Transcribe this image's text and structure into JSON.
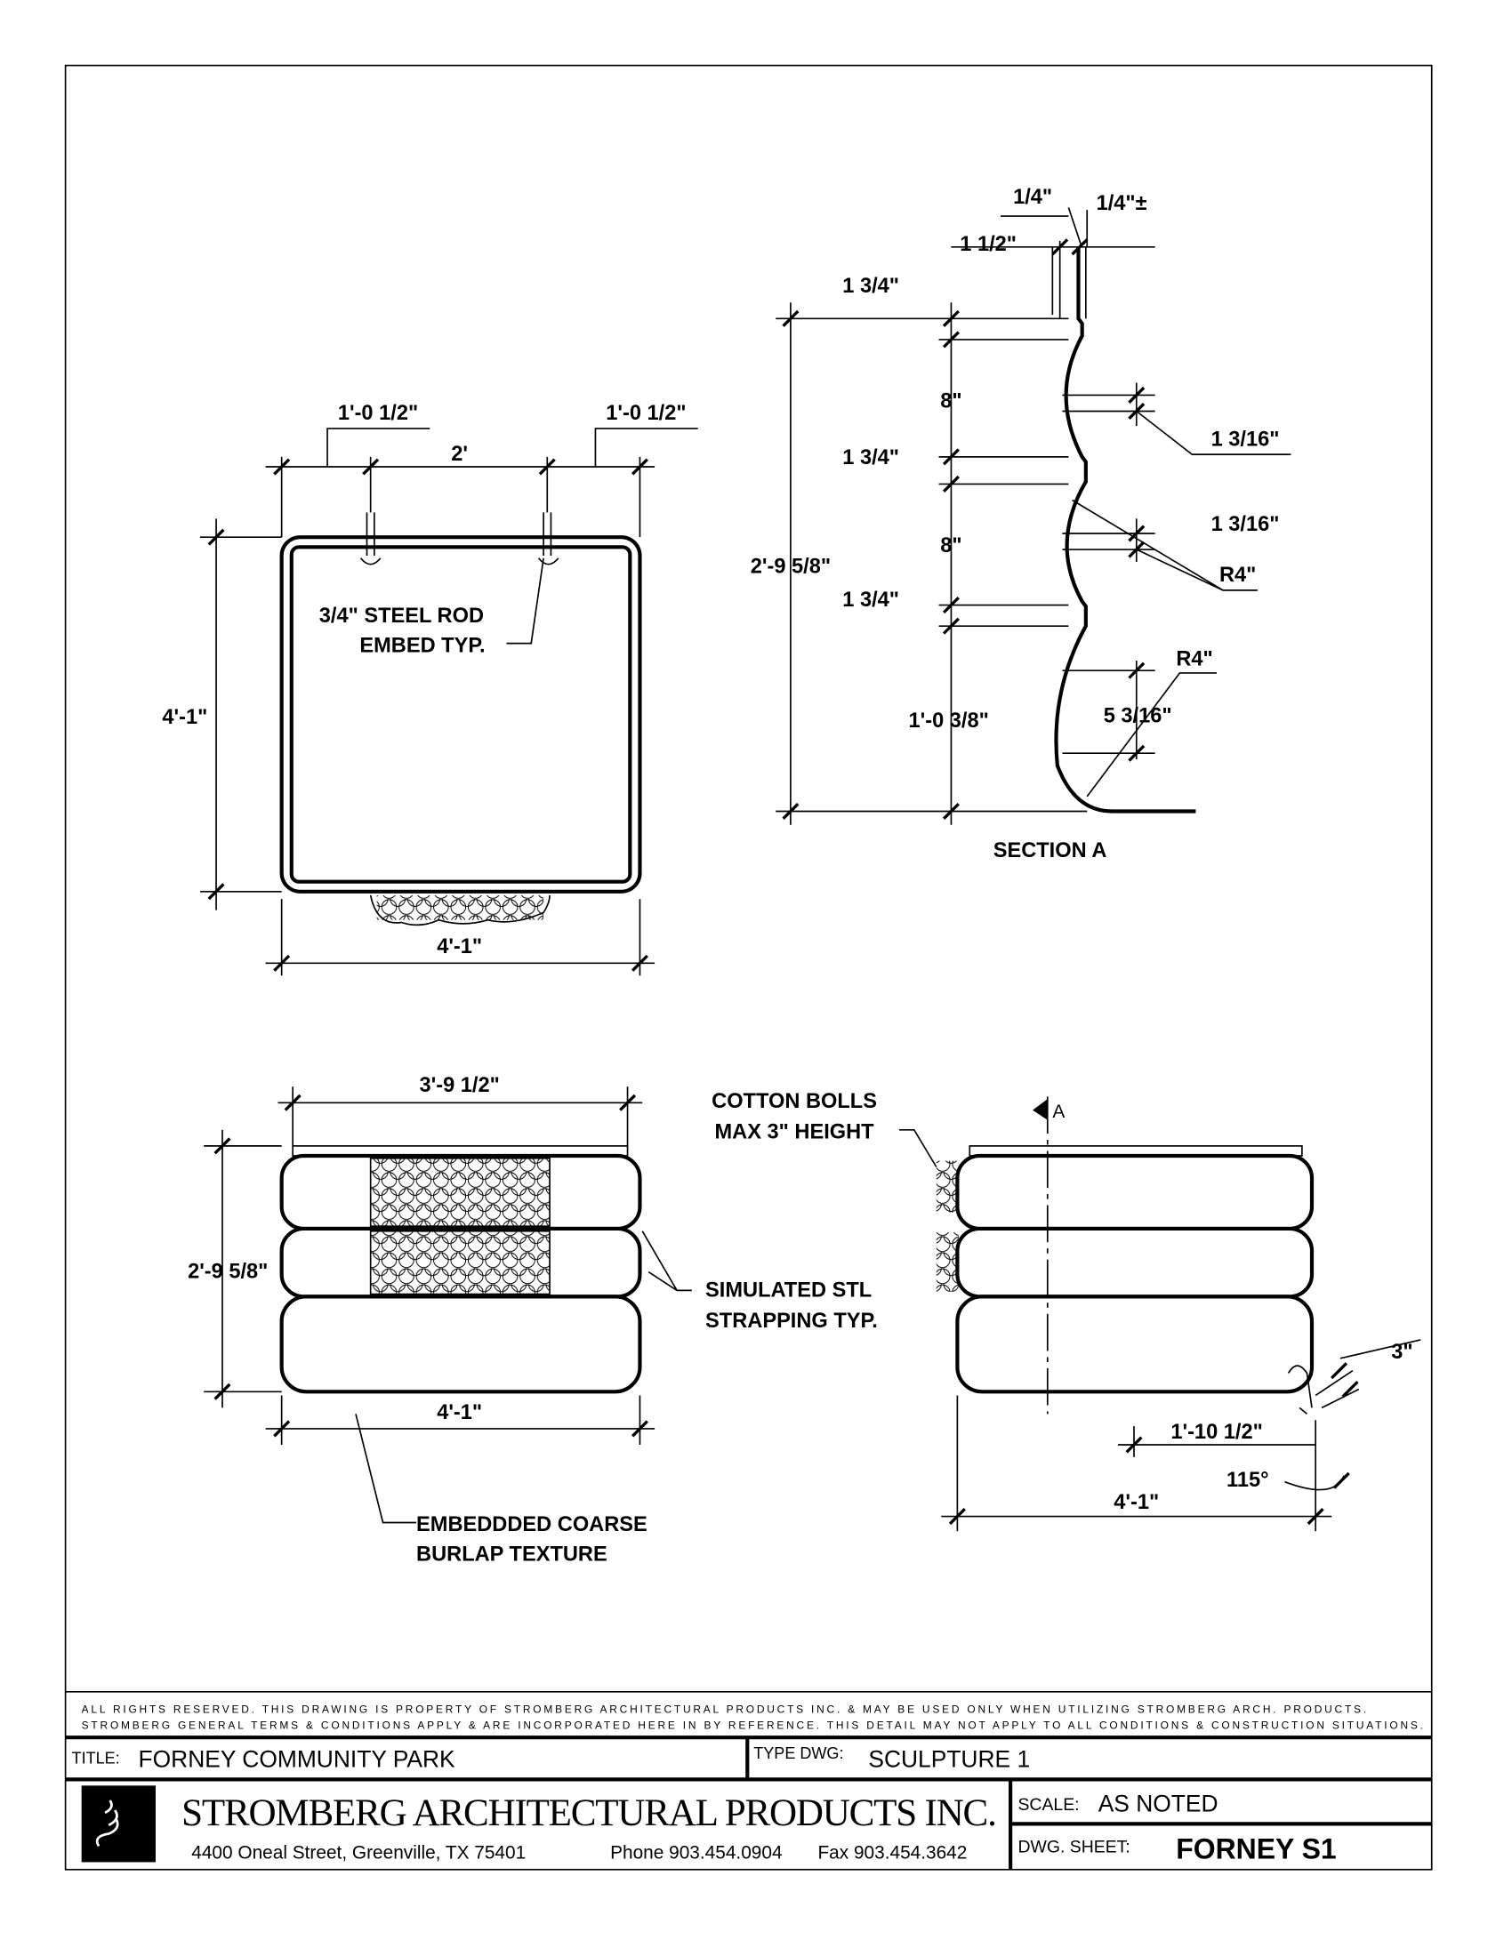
{
  "plan_view": {
    "dim_left_offset": "1'-0 1/2\"",
    "dim_right_offset": "1'-0 1/2\"",
    "dim_rod_spacing": "2'",
    "dim_height": "4'-1\"",
    "dim_width": "4'-1\"",
    "note_line1": "3/4\" STEEL ROD",
    "note_line2": "EMBED TYP."
  },
  "section_a": {
    "title": "SECTION A",
    "dim_top_a": "1/4\"",
    "dim_top_b": "1/4\"±",
    "dim_lip": "1 1/2\"",
    "dim_strap_1": "1 3/4\"",
    "dim_band_1": "8\"",
    "dim_strap_2": "1 3/4\"",
    "dim_band_2": "8\"",
    "dim_strap_3": "1 3/4\"",
    "dim_band_3": "1'-0 3/8\"",
    "dim_overall": "2'-9 5/8\"",
    "dim_depth_1": "1 3/16\"",
    "dim_depth_2": "1 3/16\"",
    "dim_radius_1": "R4\"",
    "dim_radius_2": "R4\"",
    "dim_depth_3": "5 3/16\""
  },
  "front_elevation": {
    "dim_top_width": "3'-9 1/2\"",
    "dim_height": "2'-9 5/8\"",
    "dim_width": "4'-1\"",
    "note_strap_1": "SIMULATED STL",
    "note_strap_2": "STRAPPING TYP.",
    "note_burlap_1": "EMBEDDDED COARSE",
    "note_burlap_2": "BURLAP TEXTURE"
  },
  "side_elevation": {
    "section_marker": "A",
    "note_cotton_1": "COTTON BOLLS",
    "note_cotton_2": "MAX 3\" HEIGHT",
    "dim_rod": "3\"",
    "dim_rod_offset": "1'-10 1/2\"",
    "dim_angle": "115°",
    "dim_width": "4'-1\""
  },
  "title_block": {
    "rights_line1": "ALL RIGHTS RESERVED. THIS DRAWING IS PROPERTY OF STROMBERG ARCHITECTURAL PRODUCTS INC. & MAY BE USED ONLY WHEN UTILIZING STROMBERG ARCH. PRODUCTS.",
    "rights_line2": "STROMBERG GENERAL TERMS & CONDITIONS APPLY & ARE INCORPORATED HERE IN BY REFERENCE. THIS DETAIL MAY NOT APPLY TO ALL CONDITIONS & CONSTRUCTION SITUATIONS.",
    "title_label": "TITLE:",
    "title_value": "FORNEY COMMUNITY PARK",
    "type_label": "TYPE DWG:",
    "type_value": "SCULPTURE 1",
    "company": "STROMBERG ARCHITECTURAL PRODUCTS INC.",
    "address": "4400 Oneal Street, Greenville, TX  75401",
    "phone": "Phone 903.454.0904",
    "fax": "Fax 903.454.3642",
    "scale_label": "SCALE:",
    "scale_value": "AS NOTED",
    "sheet_label": "DWG. SHEET:",
    "sheet_value": "FORNEY S1"
  }
}
